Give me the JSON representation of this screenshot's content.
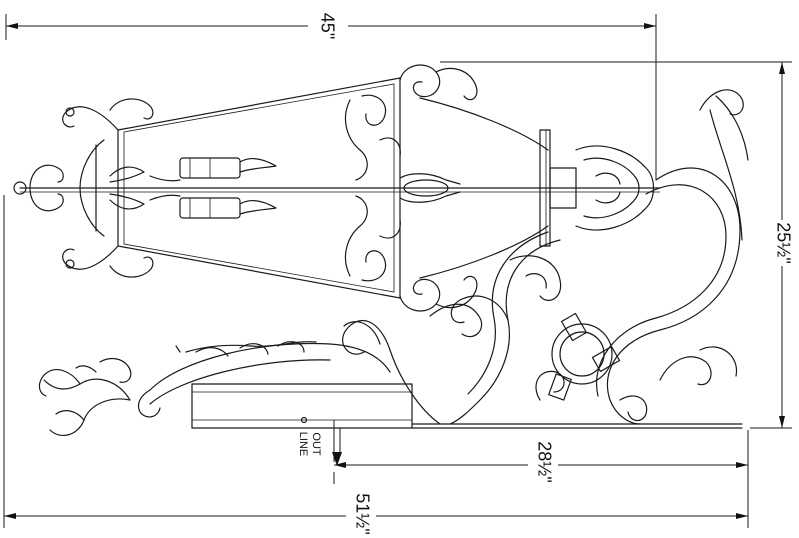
{
  "dimensions": {
    "overall_top": "45\"",
    "overall_height": "25½\"",
    "outlet_projection": "28½\"",
    "overall_bottom": "51½\""
  },
  "labels": {
    "outlet_line_1": "OUT",
    "outlet_line_2": "LINE"
  }
}
